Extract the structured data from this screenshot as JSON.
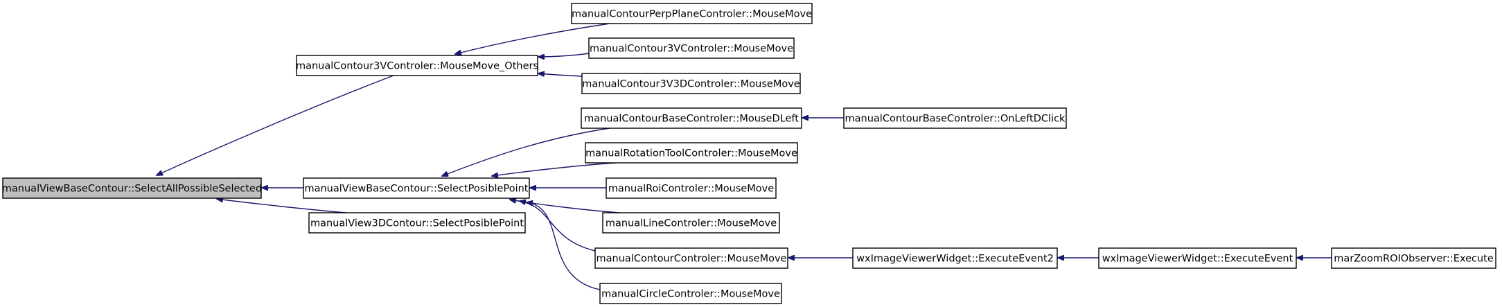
{
  "colors": {
    "edge": "#191970",
    "node_border": "#000000",
    "node_fill": "#ffffff",
    "highlight_fill": "#bfbfbf",
    "text": "#000000"
  },
  "nodes": [
    {
      "id": "n1",
      "label": "manualViewBaseContour::SelectAllPossibleSelected",
      "highlight": true
    },
    {
      "id": "n2",
      "label": "manualContour3VControler::MouseMove_Others"
    },
    {
      "id": "n3",
      "label": "manualViewBaseContour::SelectPosiblePoint"
    },
    {
      "id": "n4",
      "label": "manualView3DContour::SelectPosiblePoint"
    },
    {
      "id": "n5",
      "label": "manualContourPerpPlaneControler::MouseMove"
    },
    {
      "id": "n6",
      "label": "manualContour3VControler::MouseMove"
    },
    {
      "id": "n7",
      "label": "manualContour3V3DControler::MouseMove"
    },
    {
      "id": "n8",
      "label": "manualContourBaseControler::MouseDLeft"
    },
    {
      "id": "n9",
      "label": "manualRotationToolControler::MouseMove"
    },
    {
      "id": "n10",
      "label": "manualRoiControler::MouseMove"
    },
    {
      "id": "n11",
      "label": "manualLineControler::MouseMove"
    },
    {
      "id": "n12",
      "label": "manualContourControler::MouseMove"
    },
    {
      "id": "n13",
      "label": "manualCircleControler::MouseMove"
    },
    {
      "id": "n14",
      "label": "manualContourBaseControler::OnLeftDClick"
    },
    {
      "id": "n15",
      "label": "wxImageViewerWidget::ExecuteEvent2"
    },
    {
      "id": "n16",
      "label": "wxImageViewerWidget::ExecuteEvent"
    },
    {
      "id": "n17",
      "label": "marZoomROIObserver::Execute"
    }
  ],
  "edges": [
    {
      "from": "n2",
      "to": "n1"
    },
    {
      "from": "n3",
      "to": "n1"
    },
    {
      "from": "n4",
      "to": "n1"
    },
    {
      "from": "n5",
      "to": "n2"
    },
    {
      "from": "n6",
      "to": "n2"
    },
    {
      "from": "n7",
      "to": "n2"
    },
    {
      "from": "n8",
      "to": "n3"
    },
    {
      "from": "n9",
      "to": "n3"
    },
    {
      "from": "n10",
      "to": "n3"
    },
    {
      "from": "n11",
      "to": "n3"
    },
    {
      "from": "n12",
      "to": "n3"
    },
    {
      "from": "n13",
      "to": "n3"
    },
    {
      "from": "n14",
      "to": "n8"
    },
    {
      "from": "n15",
      "to": "n12"
    },
    {
      "from": "n16",
      "to": "n15"
    },
    {
      "from": "n17",
      "to": "n16"
    }
  ]
}
